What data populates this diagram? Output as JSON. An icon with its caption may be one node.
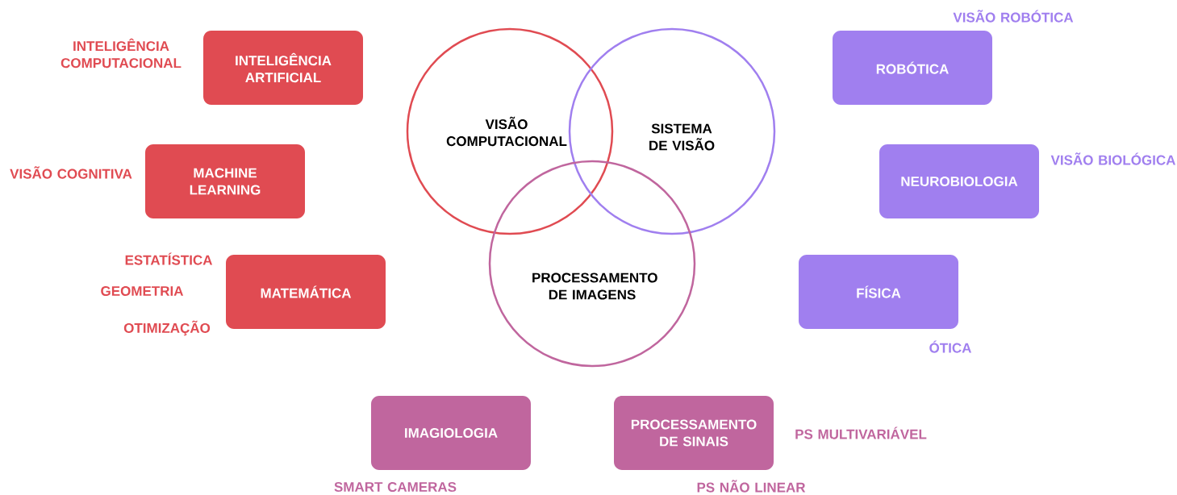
{
  "diagram": {
    "nodes": [
      {
        "text": [
          "VISÃO COMPUTACIONAL"
        ]
      },
      {
        "text": [
          "SISTEMA DE VISÃO"
        ]
      },
      {
        "text": [
          "PROCESSAMENTO DE IMAGENS"
        ]
      },
      {
        "text": [
          "INTELIGÊNCIA ARTIFICIAL"
        ],
        "beside": [
          "INTELIGÊNCIA COMPUTACIONAL"
        ]
      },
      {
        "text": [
          "MACHINE LEARNING"
        ],
        "beside": [
          "VISÃO COGNITIVA"
        ]
      },
      {
        "text": [
          "MATEMÁTICA"
        ],
        "beside": [
          "ESTATÍSTICA",
          "GEOMETRIA",
          "OTIMIZAÇÃO"
        ]
      },
      {
        "text": [
          "ROBÓTICA"
        ],
        "beside": [
          "VISÃO ROBÓTICA"
        ]
      },
      {
        "text": [
          "NEUROBIOLOGIA"
        ],
        "beside": [
          "VISÃO BIOLÓGICA"
        ]
      },
      {
        "text": [
          "FÍSICA"
        ],
        "beside": [
          "ÓTICA"
        ]
      },
      {
        "text": [
          "IMAGIOLOGIA"
        ],
        "beside": [
          "SMART CAMERAS"
        ]
      },
      {
        "text": [
          "PROCESSAMENTO DE SINAIS"
        ],
        "beside": [
          "PS MULTIVARIÁVEL",
          "PS NÃO LINEAR"
        ]
      }
    ]
  }
}
